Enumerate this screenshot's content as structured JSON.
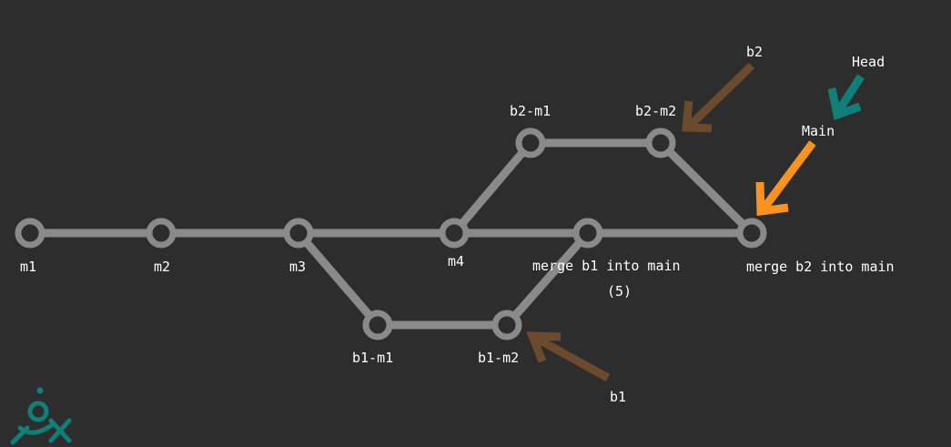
{
  "colors": {
    "background": "#2d2d2d",
    "edge": "#8a8a8a",
    "text": "#ffffff",
    "branch_pointer": "#6b4a2e",
    "main_pointer": "#f7931e",
    "head_pointer": "#0f7f7a",
    "logo": "#0f7f7a"
  },
  "commits": {
    "m1": "m1",
    "m2": "m2",
    "m3": "m3",
    "m4": "m4",
    "b1_m1": "b1-m1",
    "b1_m2": "b1-m2",
    "b2_m1": "b2-m1",
    "b2_m2": "b2-m2",
    "merge_b1": "merge b1 into main",
    "merge_b1_note": "(5)",
    "merge_b2": "merge b2 into main"
  },
  "pointers": {
    "b1": "b1",
    "b2": "b2",
    "main": "Main",
    "head": "Head"
  },
  "icons": {
    "logo": "teal-brand-logo-icon"
  }
}
